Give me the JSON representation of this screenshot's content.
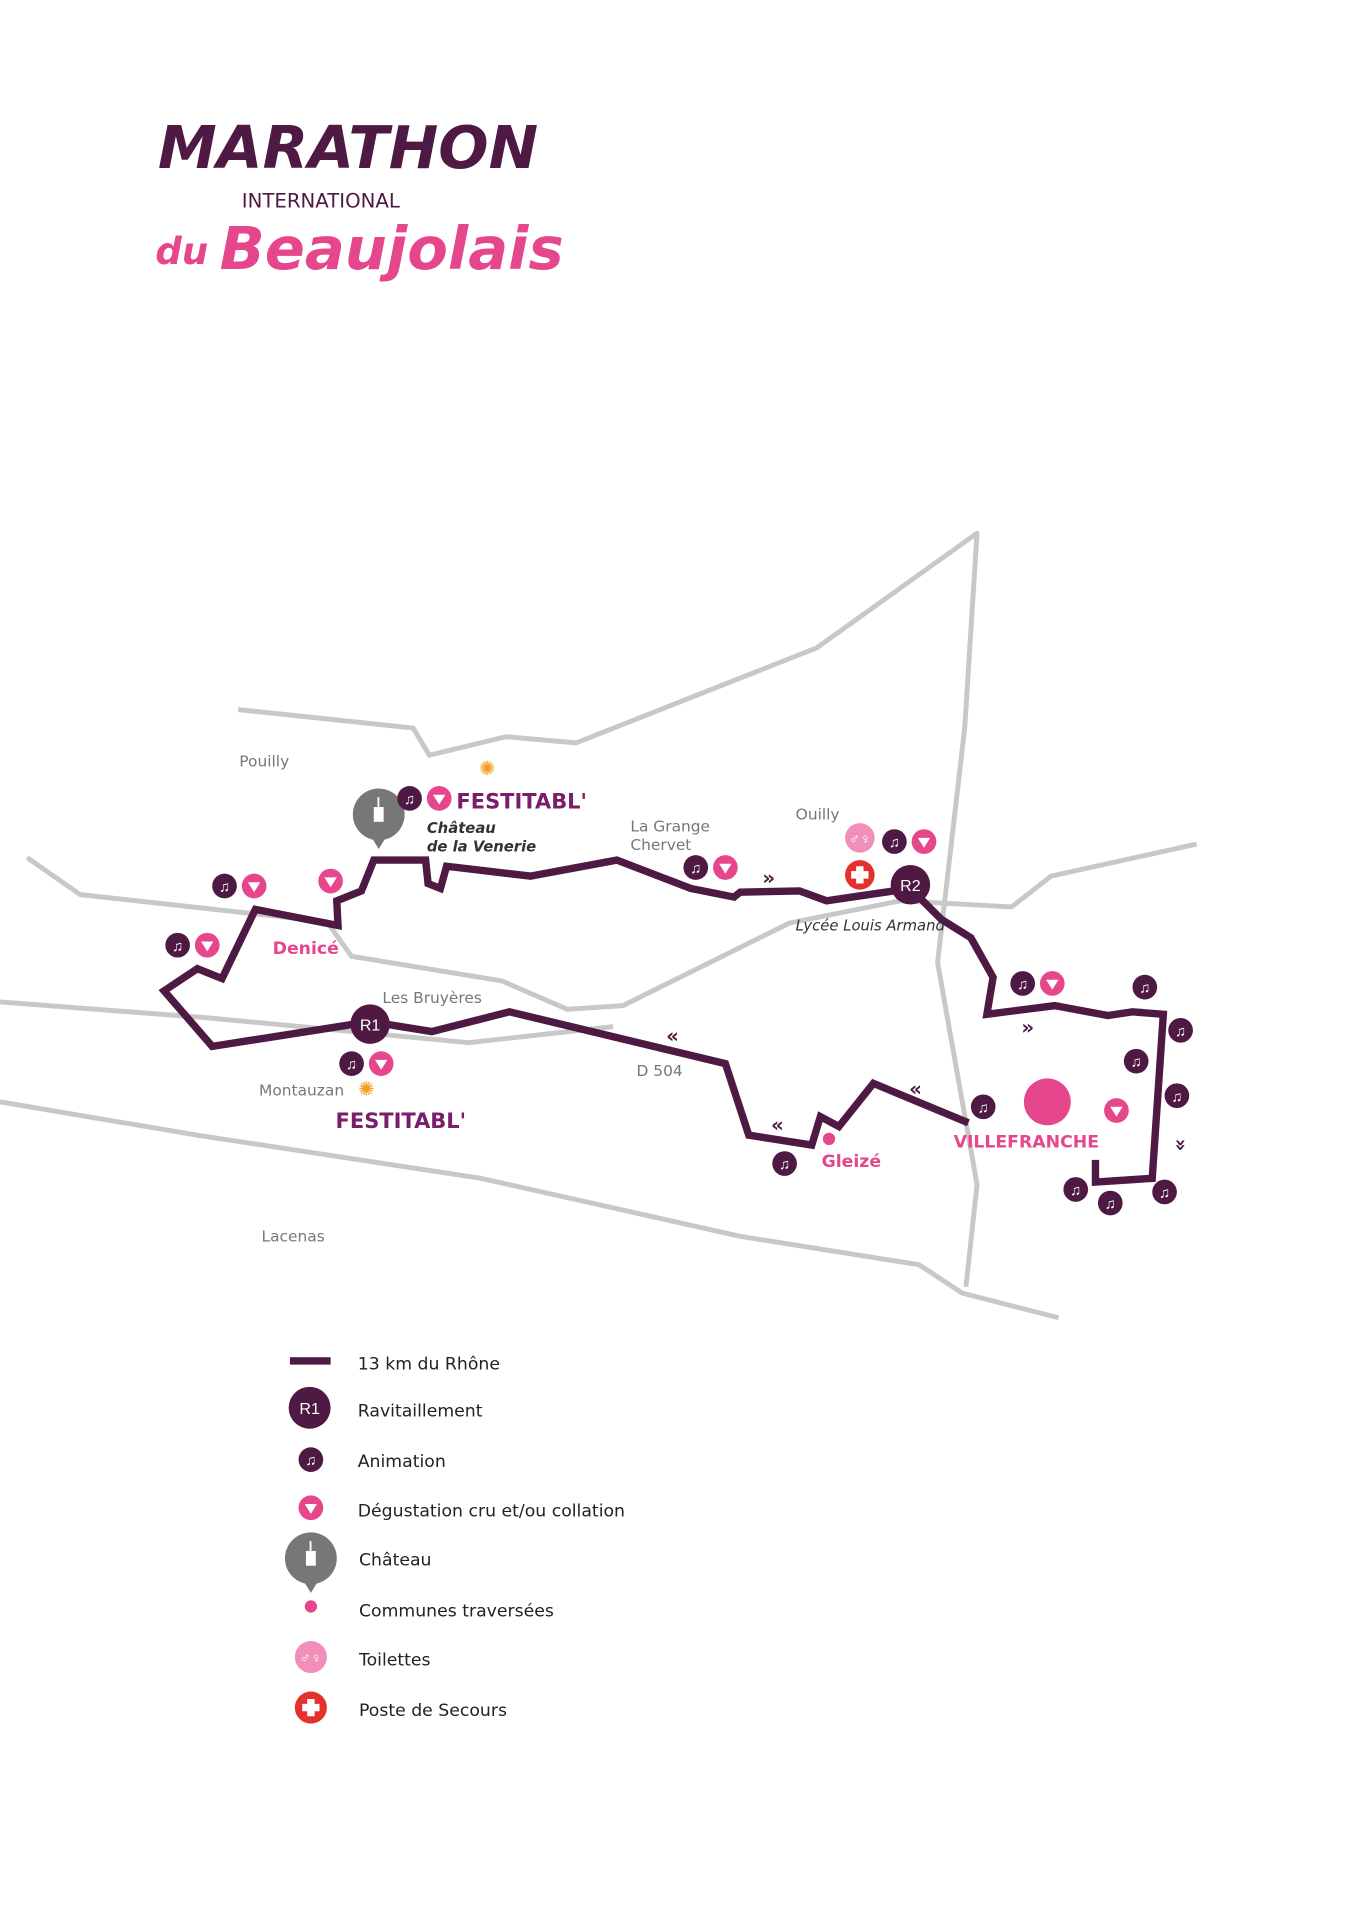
{
  "logo": {
    "line1": "MARATHON",
    "line2": "INTERNATIONAL",
    "du": "du",
    "line3": "Beaujolais"
  },
  "places": {
    "pouilly": "Pouilly",
    "chateau_line1": "Château",
    "chateau_line2": "de la Venerie",
    "festitabl": "FESTITABL'",
    "la_grange_1": "La Grange",
    "la_grange_2": "Chervet",
    "ouilly": "Ouilly",
    "lycee": "Lycée Louis Armand",
    "denice": "Denicé",
    "les_bruyeres": "Les Bruyères",
    "montauzan": "Montauzan",
    "d504": "D 504",
    "gleize": "Gleizé",
    "villefranche": "VILLEFRANCHE",
    "lacenas": "Lacenas",
    "r1": "R1",
    "r2": "R2"
  },
  "arrows": {
    "right": "»",
    "left": "«",
    "down": "»"
  },
  "legend": [
    {
      "label": "13 km du Rhône"
    },
    {
      "label": "Ravitaillement",
      "badge": "R1"
    },
    {
      "label": "Animation"
    },
    {
      "label": "Dégustation cru et/ou collation"
    },
    {
      "label": "Château"
    },
    {
      "label": "Communes traversées"
    },
    {
      "label": "Toilettes"
    },
    {
      "label": "Poste de Secours"
    }
  ],
  "colors": {
    "route": "#4e1a43",
    "accent": "#e5468c",
    "road": "#c8c8c8",
    "secours": "#e3312d"
  }
}
